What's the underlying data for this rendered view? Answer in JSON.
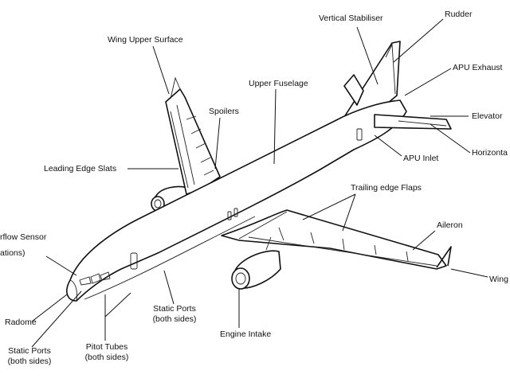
{
  "labels": {
    "vertical_stabiliser": "Vertical Stabiliser",
    "rudder": "Rudder",
    "wing_upper_surface": "Wing Upper Surface",
    "upper_fuselage": "Upper Fuselage",
    "apu_exhaust": "APU Exhaust",
    "spoilers": "Spoilers",
    "elevator": "Elevator",
    "horizontal": "Horizonta",
    "apu_inlet": "APU Inlet",
    "leading_edge_slats": "Leading Edge Slats",
    "trailing_edge_flaps": "Trailing edge Flaps",
    "airflow_sensor": "rflow Sensor",
    "airflow_sensor_locations": "ations)",
    "aileron": "Aileron",
    "wing": "Wing",
    "radome": "Radome",
    "static_ports_front_1": "Static Ports",
    "static_ports_front_2": "(both sides)",
    "static_ports_mid_1": "Static Ports",
    "static_ports_mid_2": "(both sides)",
    "pitot_tubes_1": "Pitot Tubes",
    "pitot_tubes_2": "(both sides)",
    "engine_intake": "Engine Intake"
  }
}
